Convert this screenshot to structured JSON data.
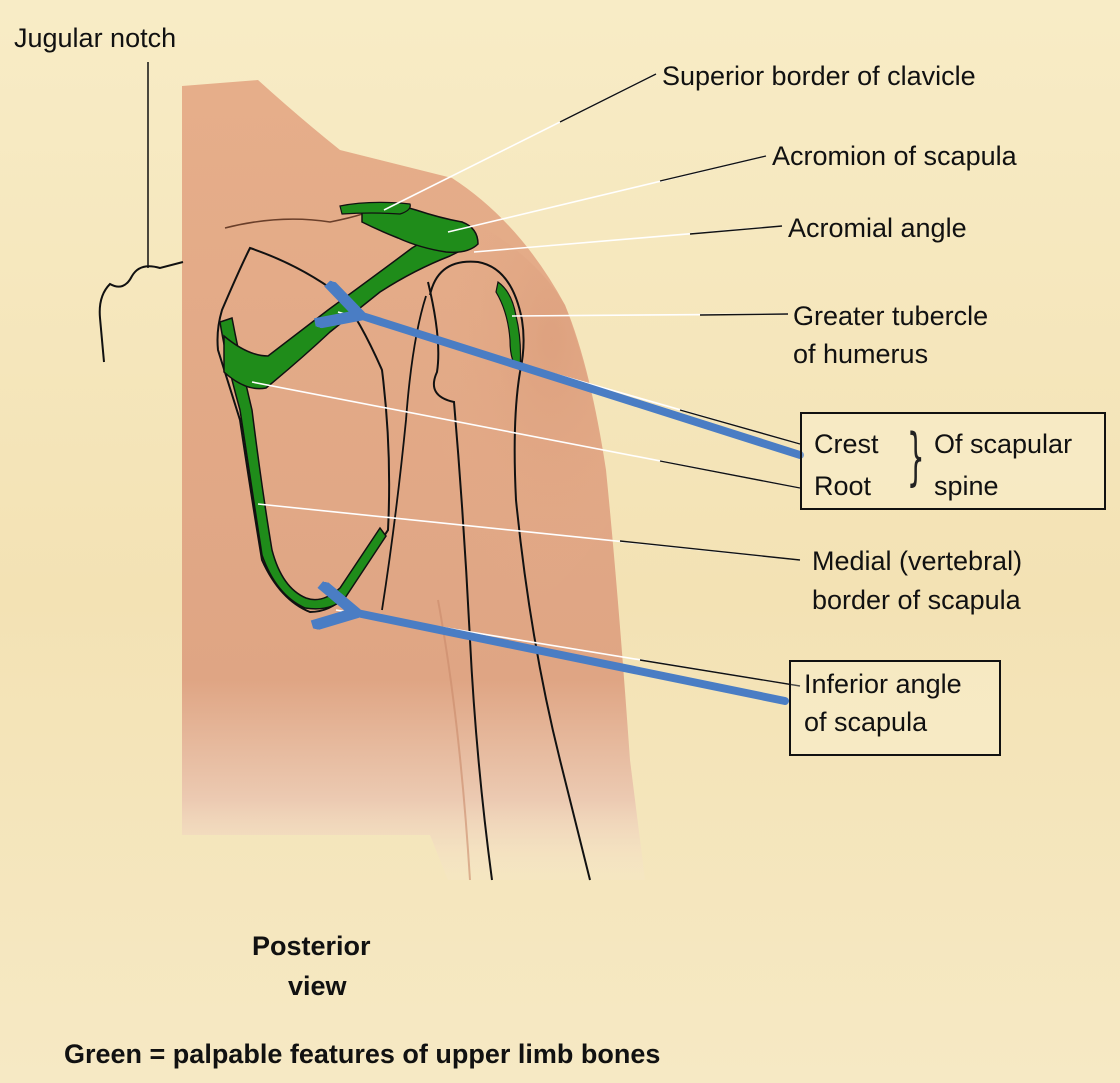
{
  "labels": {
    "jugular_notch": "Jugular notch",
    "superior_border_clavicle": "Superior border of clavicle",
    "acromion_scapula": "Acromion of scapula",
    "acromial_angle": "Acromial angle",
    "greater_tubercle_line1": "Greater tubercle",
    "greater_tubercle_line2": "of humerus",
    "crest": "Crest",
    "root": "Root",
    "of_scapular": "Of scapular",
    "spine": "spine",
    "medial_border_line1": "Medial (vertebral)",
    "medial_border_line2": "border of scapula",
    "inferior_angle_line1": "Inferior angle",
    "inferior_angle_line2": "of scapula"
  },
  "view_label": {
    "line1": "Posterior",
    "line2": "view"
  },
  "caption": "Green = palpable features of upper limb bones",
  "colors": {
    "skin": "#e0a884",
    "palpable_bone": "#1f8c1a",
    "arrow": "#4a7dc4",
    "leader_line": "#ffffff",
    "background": "#f6e8c0"
  }
}
